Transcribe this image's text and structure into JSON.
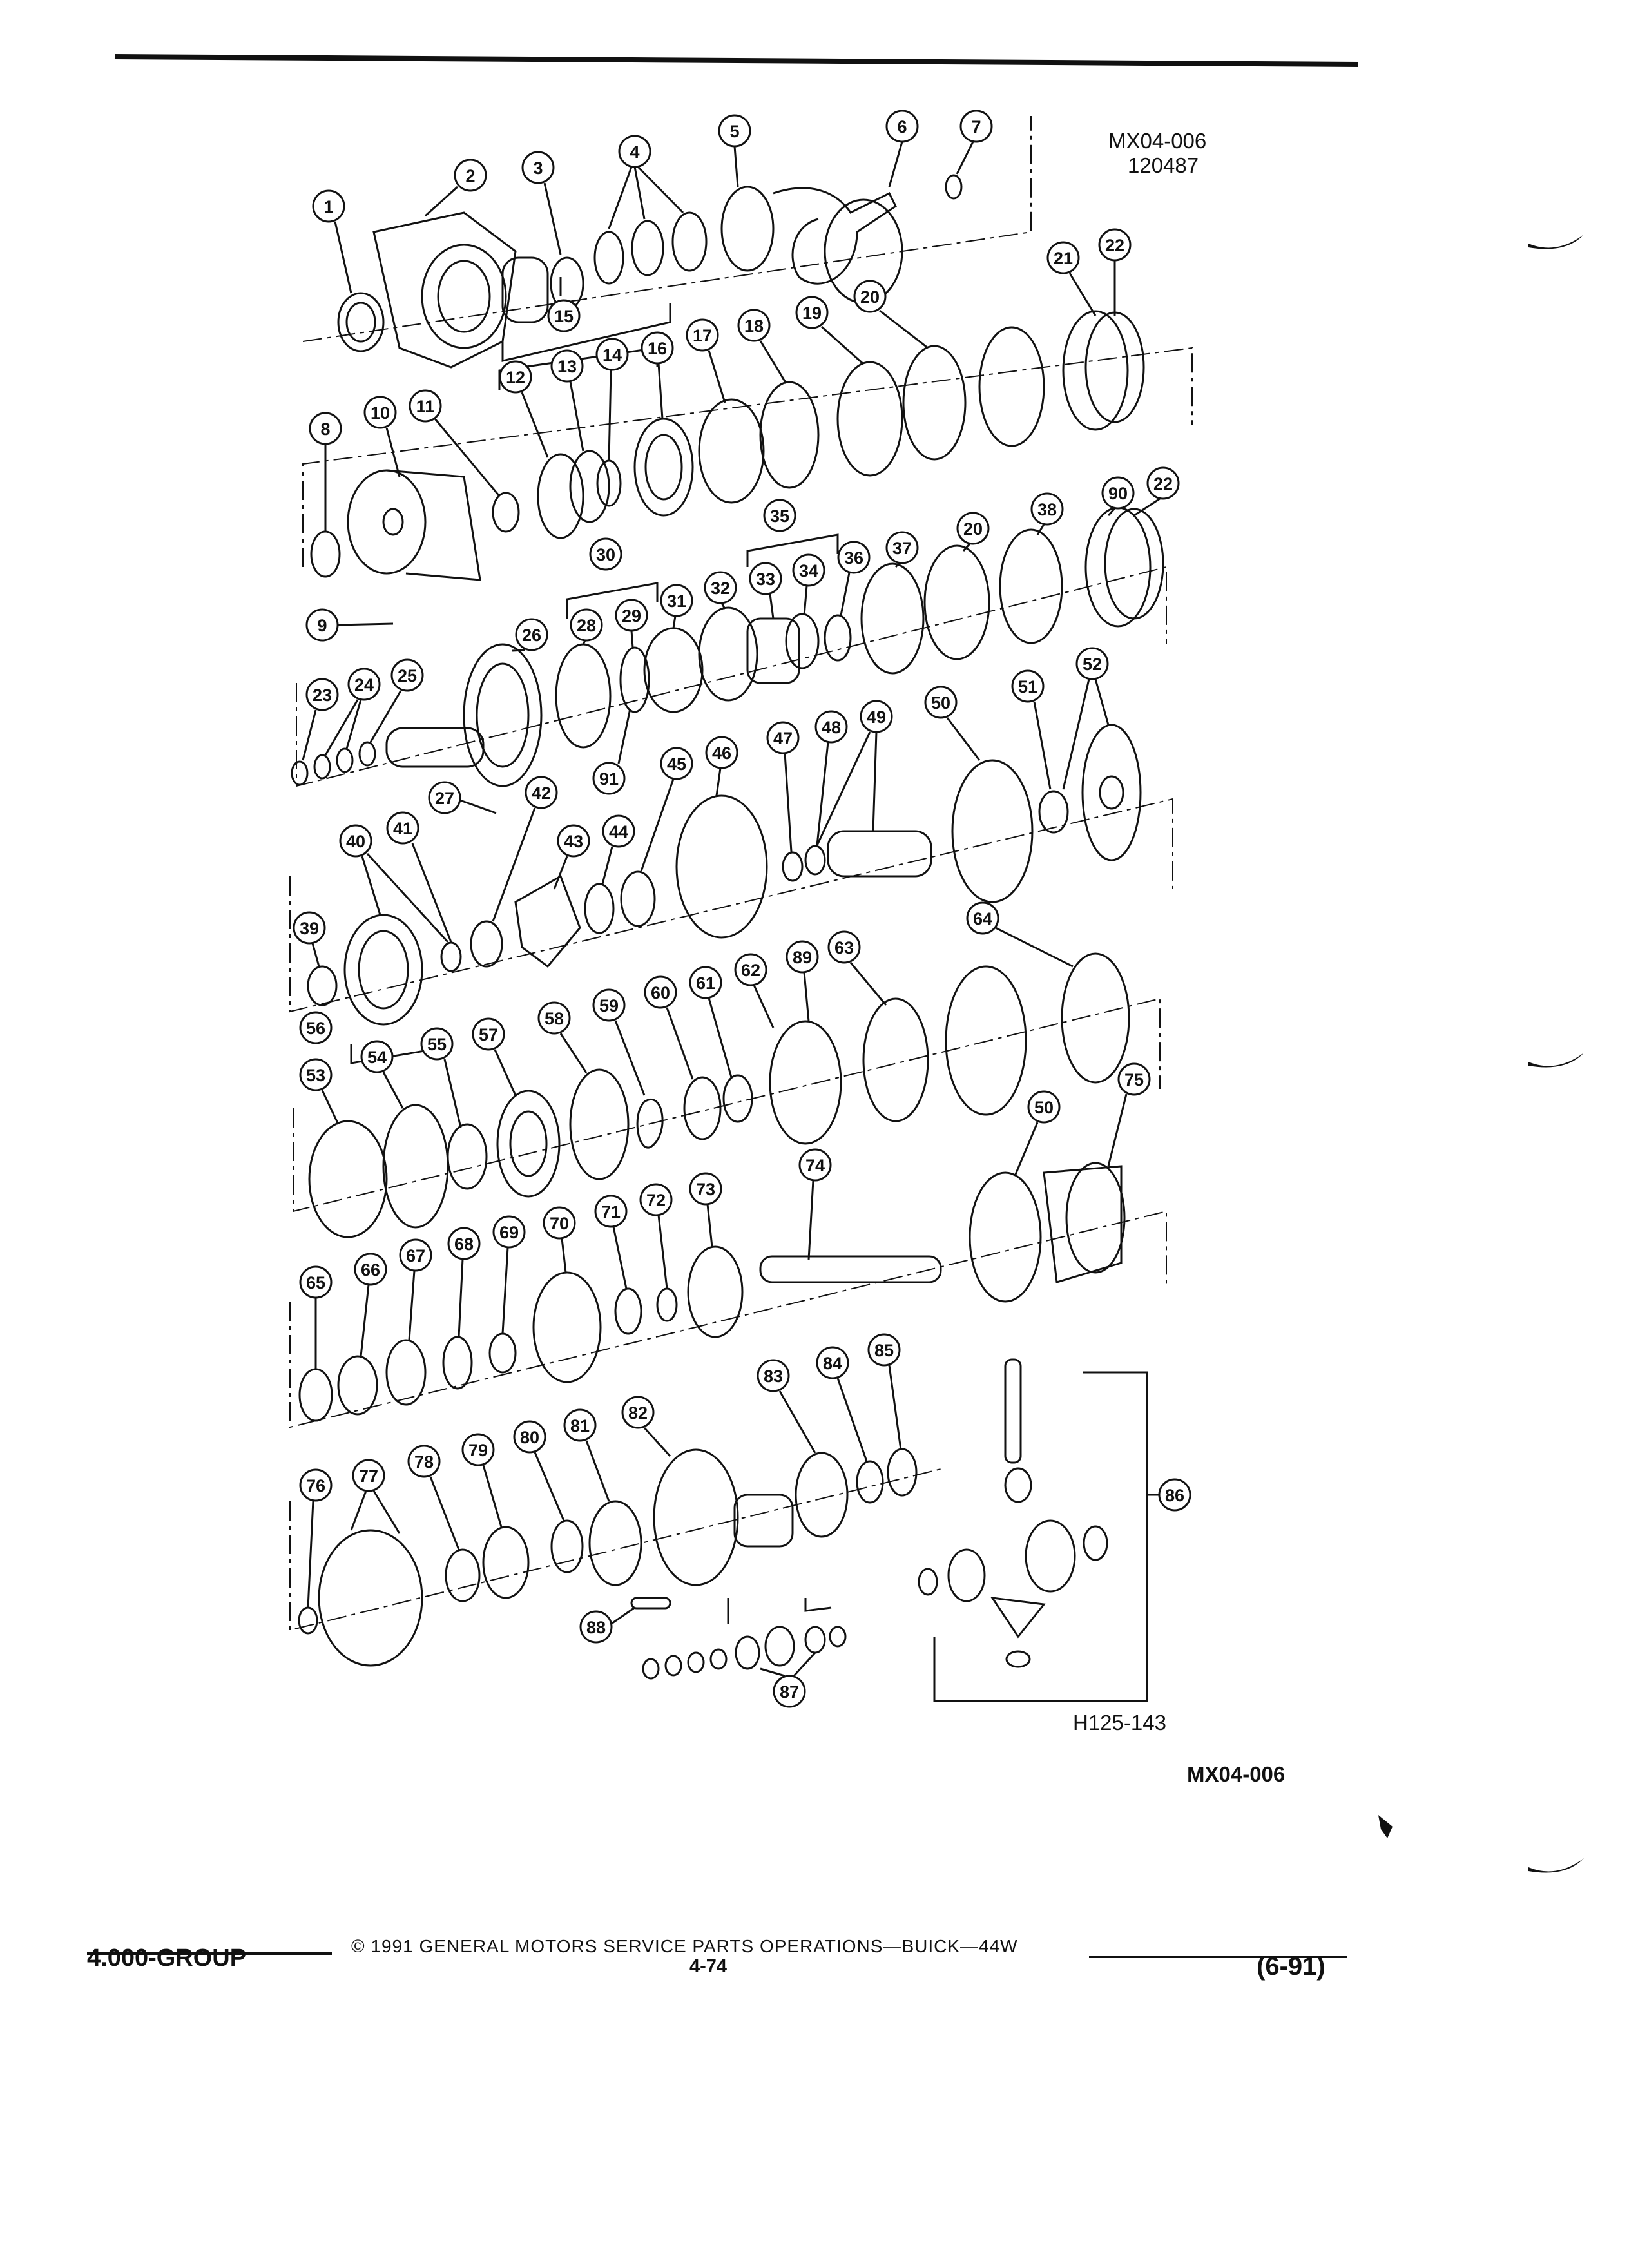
{
  "figure": {
    "code_top": "MX04-006",
    "date_code": "120487",
    "sub_code": "H125-143",
    "code_bottom": "MX04-006",
    "colors": {
      "ink": "#111111",
      "paper": "#ffffff"
    }
  },
  "callouts": [
    {
      "id": "c1",
      "n": "1"
    },
    {
      "id": "c2",
      "n": "2"
    },
    {
      "id": "c3",
      "n": "3"
    },
    {
      "id": "c4",
      "n": "4"
    },
    {
      "id": "c5",
      "n": "5"
    },
    {
      "id": "c6",
      "n": "6"
    },
    {
      "id": "c7",
      "n": "7"
    },
    {
      "id": "c15",
      "n": "15"
    },
    {
      "id": "c21",
      "n": "21"
    },
    {
      "id": "c22a",
      "n": "22"
    },
    {
      "id": "c8",
      "n": "8"
    },
    {
      "id": "c10",
      "n": "10"
    },
    {
      "id": "c11",
      "n": "11"
    },
    {
      "id": "c12",
      "n": "12"
    },
    {
      "id": "c13",
      "n": "13"
    },
    {
      "id": "c14",
      "n": "14"
    },
    {
      "id": "c16",
      "n": "16"
    },
    {
      "id": "c17",
      "n": "17"
    },
    {
      "id": "c18",
      "n": "18"
    },
    {
      "id": "c19",
      "n": "19"
    },
    {
      "id": "c20a",
      "n": "20"
    },
    {
      "id": "c9",
      "n": "9"
    },
    {
      "id": "c35",
      "n": "35"
    },
    {
      "id": "c90",
      "n": "90"
    },
    {
      "id": "c22b",
      "n": "22"
    },
    {
      "id": "c38",
      "n": "38"
    },
    {
      "id": "c20b",
      "n": "20"
    },
    {
      "id": "c37",
      "n": "37"
    },
    {
      "id": "c36",
      "n": "36"
    },
    {
      "id": "c34",
      "n": "34"
    },
    {
      "id": "c33",
      "n": "33"
    },
    {
      "id": "c32",
      "n": "32"
    },
    {
      "id": "c31",
      "n": "31"
    },
    {
      "id": "c30",
      "n": "30"
    },
    {
      "id": "c29",
      "n": "29"
    },
    {
      "id": "c28",
      "n": "28"
    },
    {
      "id": "c26",
      "n": "26"
    },
    {
      "id": "c23",
      "n": "23"
    },
    {
      "id": "c24",
      "n": "24"
    },
    {
      "id": "c25",
      "n": "25"
    },
    {
      "id": "c91",
      "n": "91"
    },
    {
      "id": "c27",
      "n": "27"
    },
    {
      "id": "c51",
      "n": "51"
    },
    {
      "id": "c52",
      "n": "52"
    },
    {
      "id": "c50a",
      "n": "50"
    },
    {
      "id": "c49",
      "n": "49"
    },
    {
      "id": "c48",
      "n": "48"
    },
    {
      "id": "c47",
      "n": "47"
    },
    {
      "id": "c46",
      "n": "46"
    },
    {
      "id": "c45",
      "n": "45"
    },
    {
      "id": "c44",
      "n": "44"
    },
    {
      "id": "c43",
      "n": "43"
    },
    {
      "id": "c42",
      "n": "42"
    },
    {
      "id": "c41",
      "n": "41"
    },
    {
      "id": "c40",
      "n": "40"
    },
    {
      "id": "c39",
      "n": "39"
    },
    {
      "id": "c64",
      "n": "64"
    },
    {
      "id": "c89",
      "n": "89"
    },
    {
      "id": "c63",
      "n": "63"
    },
    {
      "id": "c62",
      "n": "62"
    },
    {
      "id": "c61",
      "n": "61"
    },
    {
      "id": "c60",
      "n": "60"
    },
    {
      "id": "c59",
      "n": "59"
    },
    {
      "id": "c58",
      "n": "58"
    },
    {
      "id": "c57",
      "n": "57"
    },
    {
      "id": "c55",
      "n": "55"
    },
    {
      "id": "c54",
      "n": "54"
    },
    {
      "id": "c56",
      "n": "56"
    },
    {
      "id": "c53",
      "n": "53"
    },
    {
      "id": "c75",
      "n": "75"
    },
    {
      "id": "c50b",
      "n": "50"
    },
    {
      "id": "c74",
      "n": "74"
    },
    {
      "id": "c73",
      "n": "73"
    },
    {
      "id": "c72",
      "n": "72"
    },
    {
      "id": "c71",
      "n": "71"
    },
    {
      "id": "c70",
      "n": "70"
    },
    {
      "id": "c69",
      "n": "69"
    },
    {
      "id": "c68",
      "n": "68"
    },
    {
      "id": "c67",
      "n": "67"
    },
    {
      "id": "c66",
      "n": "66"
    },
    {
      "id": "c65",
      "n": "65"
    },
    {
      "id": "c85",
      "n": "85"
    },
    {
      "id": "c84",
      "n": "84"
    },
    {
      "id": "c83",
      "n": "83"
    },
    {
      "id": "c82",
      "n": "82"
    },
    {
      "id": "c81",
      "n": "81"
    },
    {
      "id": "c80",
      "n": "80"
    },
    {
      "id": "c79",
      "n": "79"
    },
    {
      "id": "c78",
      "n": "78"
    },
    {
      "id": "c77",
      "n": "77"
    },
    {
      "id": "c76",
      "n": "76"
    },
    {
      "id": "c88",
      "n": "88"
    },
    {
      "id": "c87",
      "n": "87"
    },
    {
      "id": "c86",
      "n": "86"
    }
  ],
  "footer": {
    "group": "4.000-GROUP",
    "copyright": "© 1991 GENERAL MOTORS SERVICE PARTS OPERATIONS—BUICK—44W",
    "page": "4-74",
    "date": "(6-91)"
  }
}
